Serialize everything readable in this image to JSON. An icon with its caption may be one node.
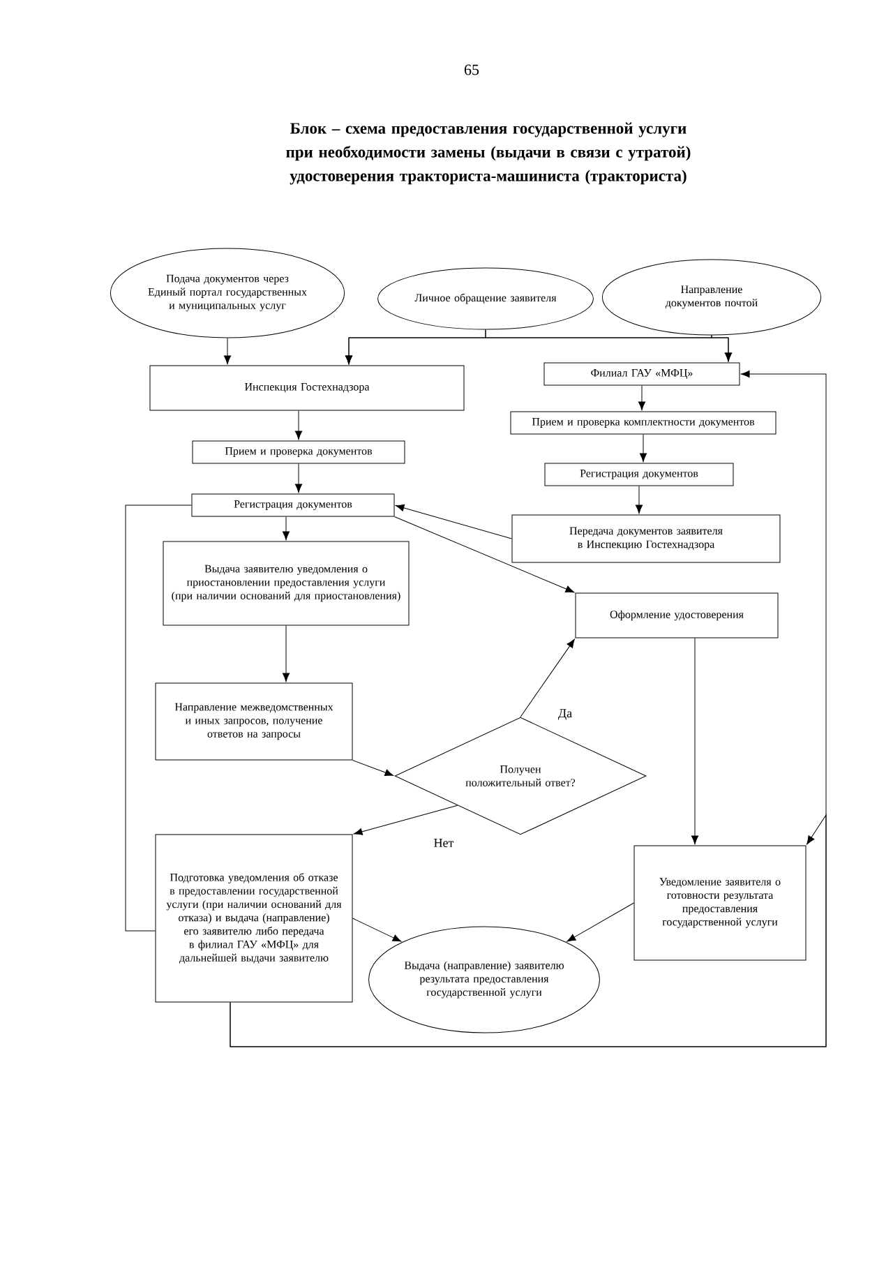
{
  "diagram": {
    "title": "Блок – схема предоставления государственной услуги при необходимости замены (выдачи в связи с утратой) удостоверения тракториста-машиниста (тракториста)",
    "nodes": [
      {
        "text": [
          "Подача документов через Единый портал государственных и муниципальных услуг"
        ]
      },
      {
        "text": [
          "Личное обращение заявителя"
        ]
      },
      {
        "text": [
          "Направление документов почтой"
        ]
      },
      {
        "text": [
          "Инспекция Гостехнадзора"
        ]
      },
      {
        "text": [
          "Филиал ГАУ «МФЦ»"
        ]
      },
      {
        "text": [
          "Прием и проверка документов"
        ]
      },
      {
        "text": [
          "Прием и проверка комплектности документов"
        ]
      },
      {
        "text": [
          "Регистрация документов"
        ]
      },
      {
        "text": [
          "Регистрация документов"
        ]
      },
      {
        "text": [
          "Передача документов заявителя в Инспекцию Гостехнадзора"
        ]
      },
      {
        "text": [
          "Выдача заявителю уведомления о приостановлении предоставления услуги (при наличии оснований для приостановления)"
        ]
      },
      {
        "text": [
          "Оформление удостоверения"
        ]
      },
      {
        "text": [
          "Направление межведомственных и иных запросов, получение ответов на запросы"
        ]
      },
      {
        "text": [
          "Получен положительный ответ?"
        ]
      },
      {
        "text": [
          "Подготовка уведомления об отказе в предоставлении государственной услуги (при наличии оснований для отказа) и выдача (направление) его заявителю либо передача в филиал ГАУ «МФЦ» для дальнейшей выдачи заявителю"
        ]
      },
      {
        "text": [
          "Уведомление заявителя о готовности результата предоставления государственной услуги"
        ]
      },
      {
        "text": [
          "Выдача (направление) заявителю результата предоставления государственной услуги"
        ]
      }
    ],
    "edges": [
      {
        "from": 0,
        "to": 3,
        "arrow": "to"
      },
      {
        "from": 1,
        "to": 3,
        "arrow": "to"
      },
      {
        "from": 1,
        "to": 4,
        "arrow": "to"
      },
      {
        "from": 2,
        "to": 3,
        "arrow": "to"
      },
      {
        "from": 2,
        "to": 4,
        "arrow": "to"
      },
      {
        "from": 3,
        "to": 5,
        "arrow": "to"
      },
      {
        "from": 5,
        "to": 7,
        "arrow": "to"
      },
      {
        "from": 4,
        "to": 6,
        "arrow": "to"
      },
      {
        "from": 6,
        "to": 8,
        "arrow": "to"
      },
      {
        "from": 8,
        "to": 9,
        "arrow": "to"
      },
      {
        "from": 9,
        "to": 7,
        "arrow": "to"
      },
      {
        "from": 7,
        "to": 10,
        "arrow": "to"
      },
      {
        "from": 7,
        "to": 11,
        "arrow": "to"
      },
      {
        "from": 7,
        "to": 14,
        "arrow": "none"
      },
      {
        "from": 10,
        "to": 12,
        "arrow": "to"
      },
      {
        "from": 12,
        "to": 13,
        "arrow": "to"
      },
      {
        "from": 13,
        "to": 11,
        "arrow": "to",
        "label": "Да"
      },
      {
        "from": 13,
        "to": 14,
        "arrow": "to",
        "label": "Нет"
      },
      {
        "from": 11,
        "to": 15,
        "arrow": "to"
      },
      {
        "from": 15,
        "to": 16,
        "arrow": "to"
      },
      {
        "from": 14,
        "to": 16,
        "arrow": "to"
      },
      {
        "from": 14,
        "to": 4,
        "arrow": "to"
      },
      {
        "from": 14,
        "to": 15,
        "arrow": "to"
      }
    ],
    "labels": [
      "65"
    ]
  }
}
